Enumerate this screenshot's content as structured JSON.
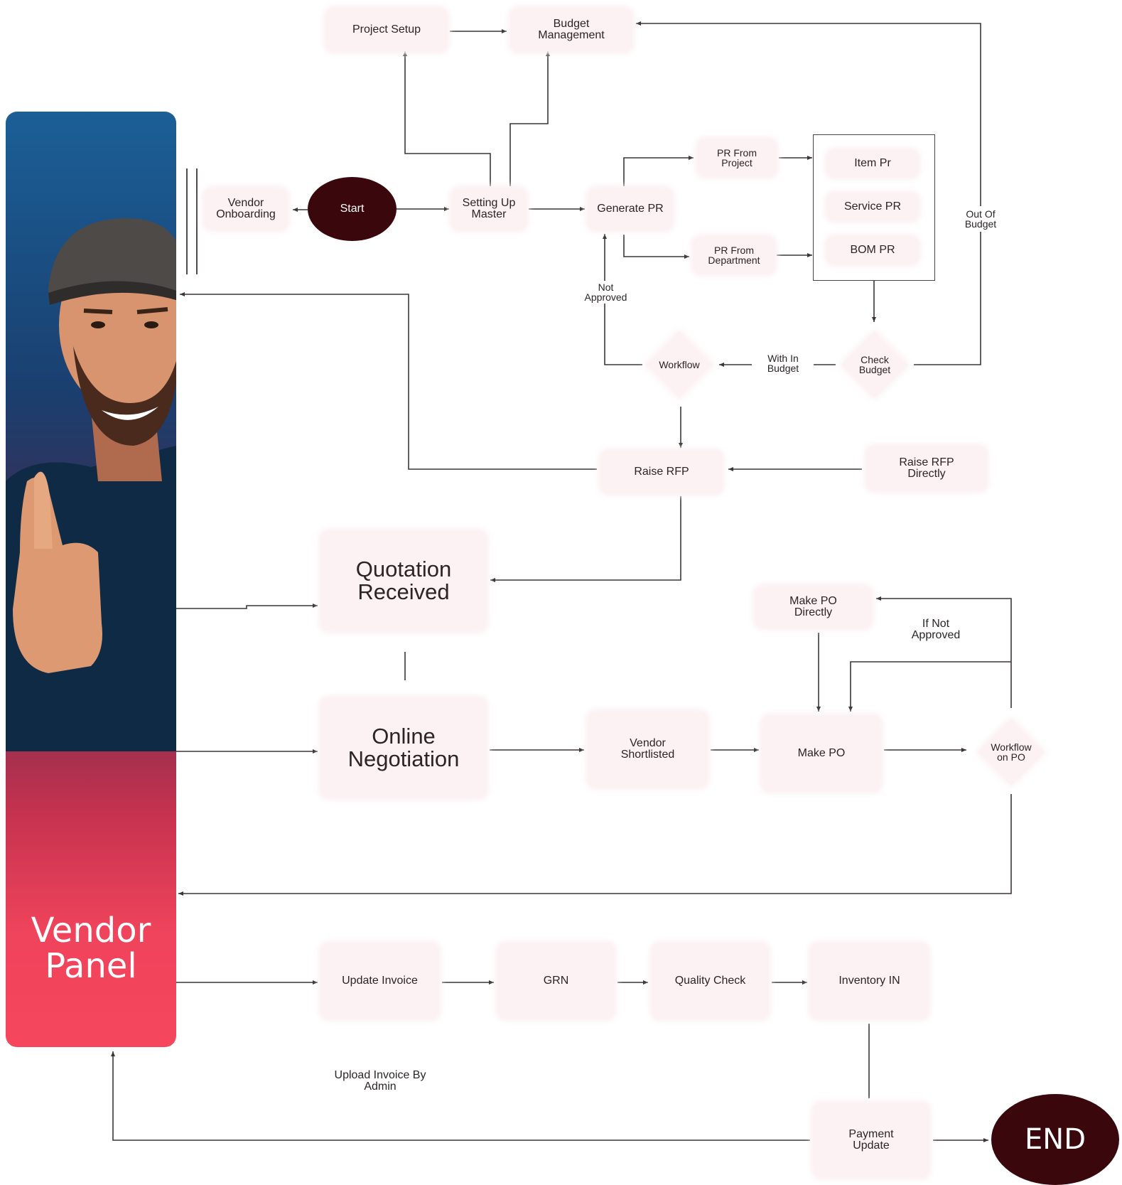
{
  "colors": {
    "node_fill": "#fcf1f3",
    "oval_fill": "#3a080c",
    "line": "#3c3637",
    "panel_top": "#1b5f97",
    "panel_bottom": "#f5465d"
  },
  "vendor_panel": {
    "title_line1": "Vendor",
    "title_line2": "Panel",
    "image": "smiling-man-thumbs-up"
  },
  "nodes": {
    "project_setup": "Project Setup",
    "budget_management_1": "Budget",
    "budget_management_2": "Management",
    "vendor_onboarding_1": "Vendor",
    "vendor_onboarding_2": "Onboarding",
    "start": "Start",
    "setting_up_master_1": "Setting Up",
    "setting_up_master_2": "Master",
    "generate_pr": "Generate PR",
    "pr_from_project_1": "PR From",
    "pr_from_project_2": "Project",
    "pr_from_department_1": "PR From",
    "pr_from_department_2": "Department",
    "item_pr": "Item Pr",
    "service_pr": "Service PR",
    "bom_pr": "BOM PR",
    "check_budget_1": "Check",
    "check_budget_2": "Budget",
    "workflow": "Workflow",
    "raise_rfp": "Raise RFP",
    "raise_rfp_directly_1": "Raise RFP",
    "raise_rfp_directly_2": "Directly",
    "quotation_received_1": "Quotation",
    "quotation_received_2": "Received",
    "online_negotiation_1": "Online",
    "online_negotiation_2": "Negotiation",
    "vendor_shortlisted_1": "Vendor",
    "vendor_shortlisted_2": "Shortlisted",
    "make_po": "Make PO",
    "make_po_directly_1": "Make PO",
    "make_po_directly_2": "Directly",
    "workflow_on_po_1": "Workflow",
    "workflow_on_po_2": "on PO",
    "update_invoice": "Update Invoice",
    "grn": "GRN",
    "quality_check": "Quality Check",
    "inventory_in": "Inventory IN",
    "payment_update_1": "Payment",
    "payment_update_2": "Update",
    "end": "END"
  },
  "edge_labels": {
    "out_of_budget_1": "Out Of",
    "out_of_budget_2": "Budget",
    "not_approved_1": "Not",
    "not_approved_2": "Approved",
    "within_budget_1": "With In",
    "within_budget_2": "Budget",
    "if_not_approved_1": "If Not",
    "if_not_approved_2": "Approved",
    "upload_invoice_1": "Upload Invoice By",
    "upload_invoice_2": "Admin"
  }
}
